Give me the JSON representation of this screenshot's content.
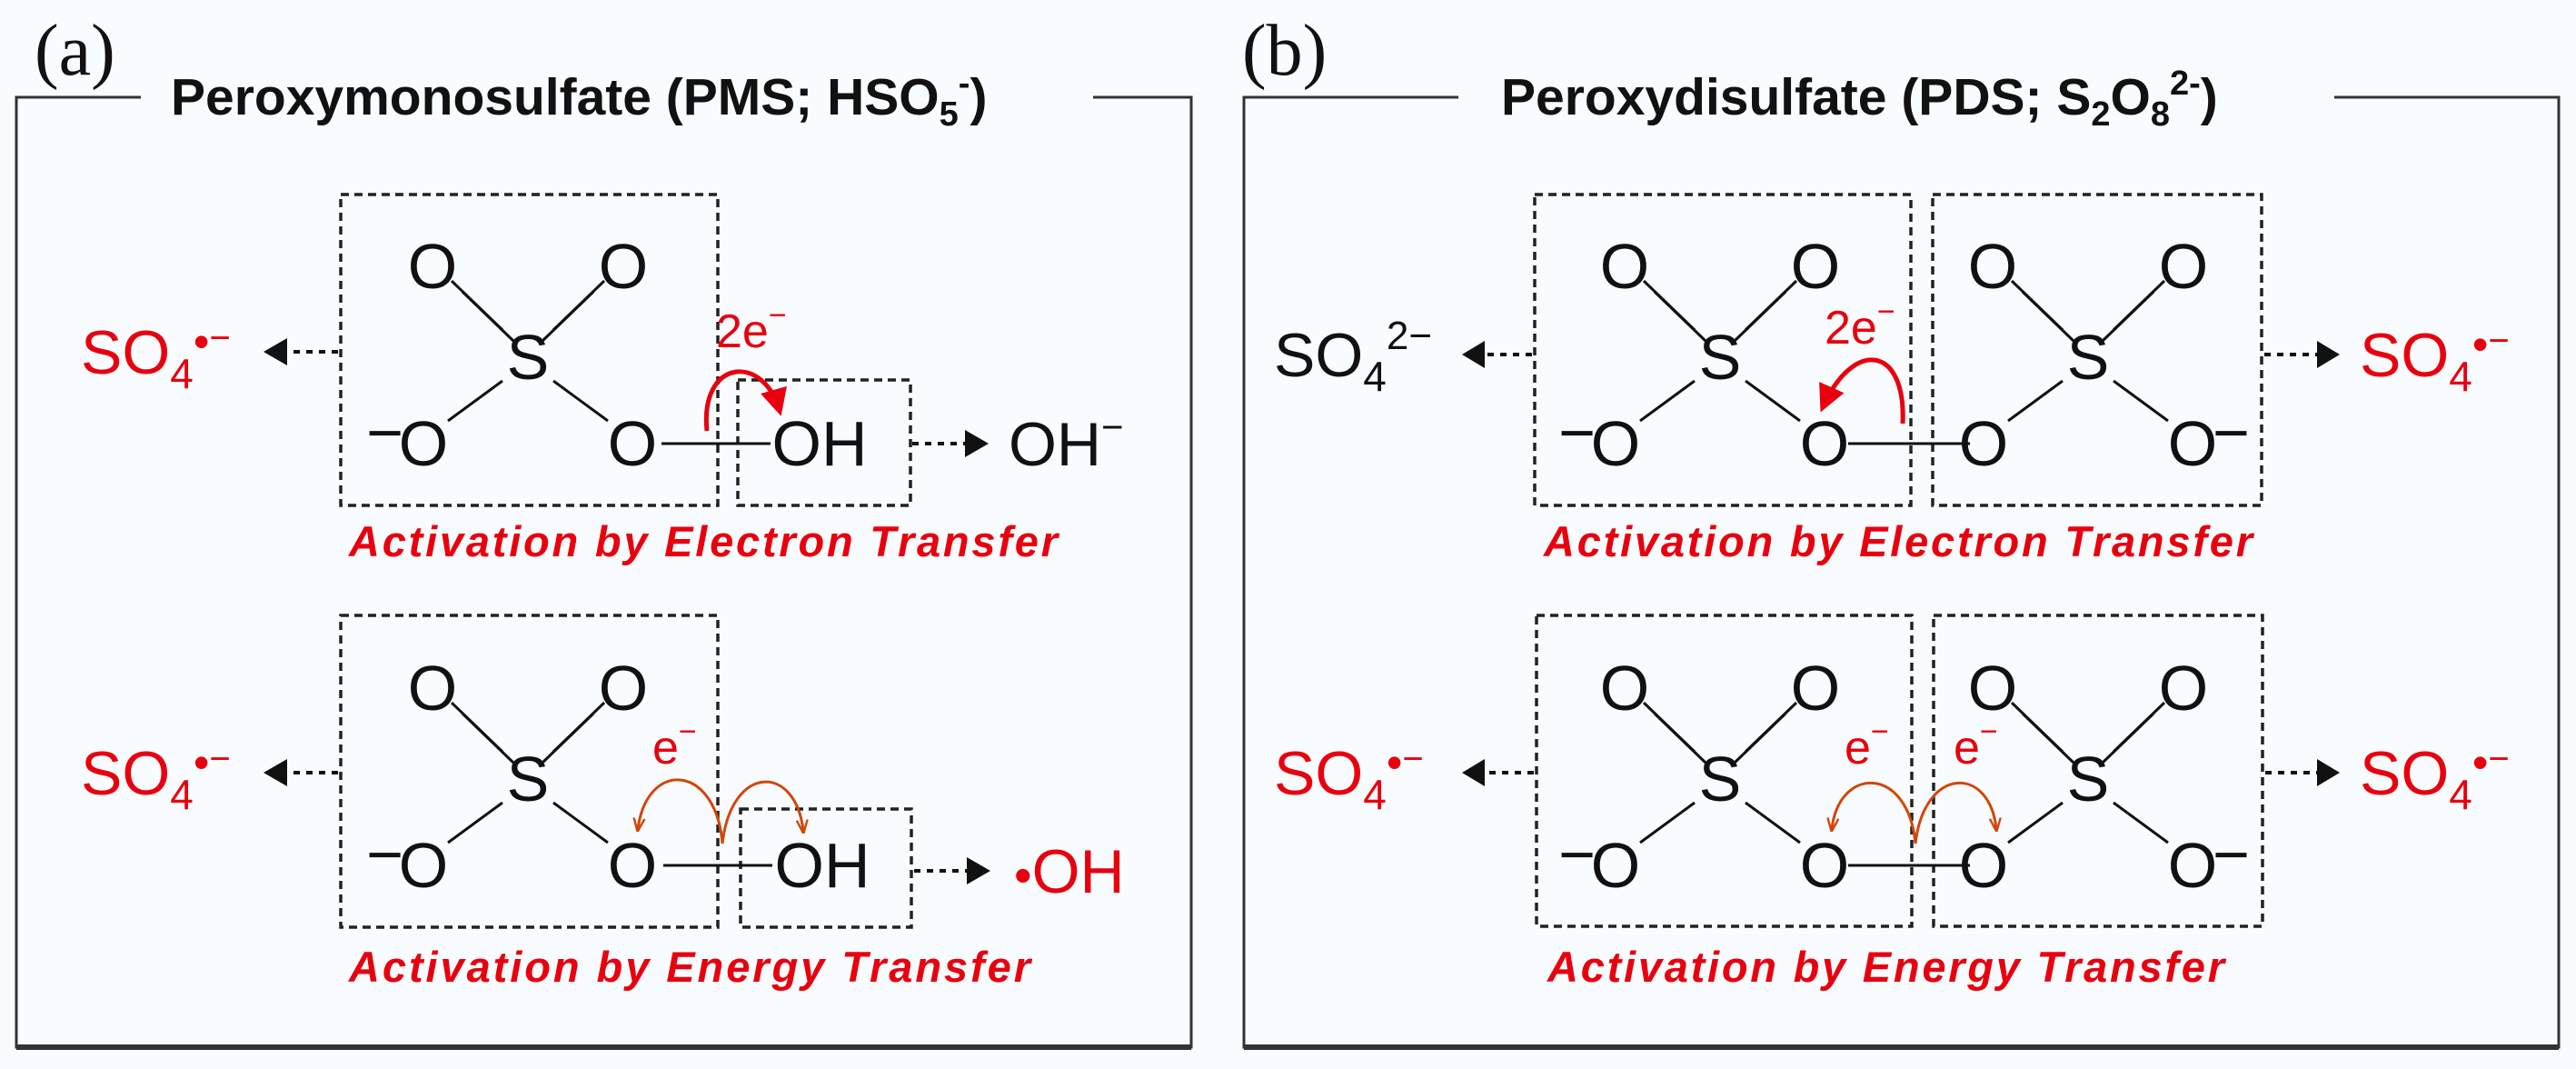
{
  "colors": {
    "accent_red": "#e8000f",
    "orange_arrow": "#d2460a",
    "text": "#111111",
    "background": "#f8fcfe"
  },
  "panel_a": {
    "label": "(a)",
    "title": {
      "main": "Peroxymonosulfate (PMS; HSO",
      "sub": "5",
      "sup": "-",
      "close": ")"
    },
    "electron_transfer": {
      "caption": "Activation by Electron Transfer",
      "electrons": {
        "count": "2e",
        "charge": "−"
      },
      "unit": {
        "atoms": [
          "O",
          "O",
          "S",
          "O",
          "O"
        ],
        "charges": {
          "bottom_left": "−"
        }
      },
      "leaving_group": "OH",
      "left_product": {
        "base": "SO",
        "sub": "4",
        "radical": "•",
        "charge": "−"
      },
      "right_product": {
        "base": "OH",
        "charge": "−"
      }
    },
    "energy_transfer": {
      "caption": "Activation by Energy Transfer",
      "electron_left": {
        "label": "e",
        "charge": "−"
      },
      "unit": {
        "atoms": [
          "O",
          "O",
          "S",
          "O",
          "O"
        ],
        "charges": {
          "bottom_left": "−"
        }
      },
      "leaving_group": "OH",
      "left_product": {
        "base": "SO",
        "sub": "4",
        "radical": "•",
        "charge": "−"
      },
      "right_product": {
        "radical": "•",
        "base": "OH"
      }
    }
  },
  "panel_b": {
    "label": "(b)",
    "title": {
      "main": "Peroxydisulfate (PDS; S",
      "sub1": "2",
      "mid": "O",
      "sub2": "8",
      "sup": "2-",
      "close": ")"
    },
    "electron_transfer": {
      "caption": "Activation by Electron Transfer",
      "electrons": {
        "count": "2e",
        "charge": "−"
      },
      "units": [
        {
          "atoms": [
            "O",
            "O",
            "S",
            "O",
            "O"
          ],
          "charges": {
            "bottom_left": "−"
          }
        },
        {
          "atoms": [
            "O",
            "O",
            "S",
            "O",
            "O"
          ],
          "charges": {
            "bottom_right": "−"
          }
        }
      ],
      "left_product": {
        "base": "SO",
        "sub": "4",
        "charge": "2−"
      },
      "right_product": {
        "base": "SO",
        "sub": "4",
        "radical": "•",
        "charge": "−"
      }
    },
    "energy_transfer": {
      "caption": "Activation by Energy Transfer",
      "electron_left": {
        "label": "e",
        "charge": "−"
      },
      "electron_right": {
        "label": "e",
        "charge": "−"
      },
      "units": [
        {
          "atoms": [
            "O",
            "O",
            "S",
            "O",
            "O"
          ],
          "charges": {
            "bottom_left": "−"
          }
        },
        {
          "atoms": [
            "O",
            "O",
            "S",
            "O",
            "O"
          ],
          "charges": {
            "bottom_right": "−"
          }
        }
      ],
      "left_product": {
        "base": "SO",
        "sub": "4",
        "radical": "•",
        "charge": "−"
      },
      "right_product": {
        "base": "SO",
        "sub": "4",
        "radical": "•",
        "charge": "−"
      }
    }
  }
}
